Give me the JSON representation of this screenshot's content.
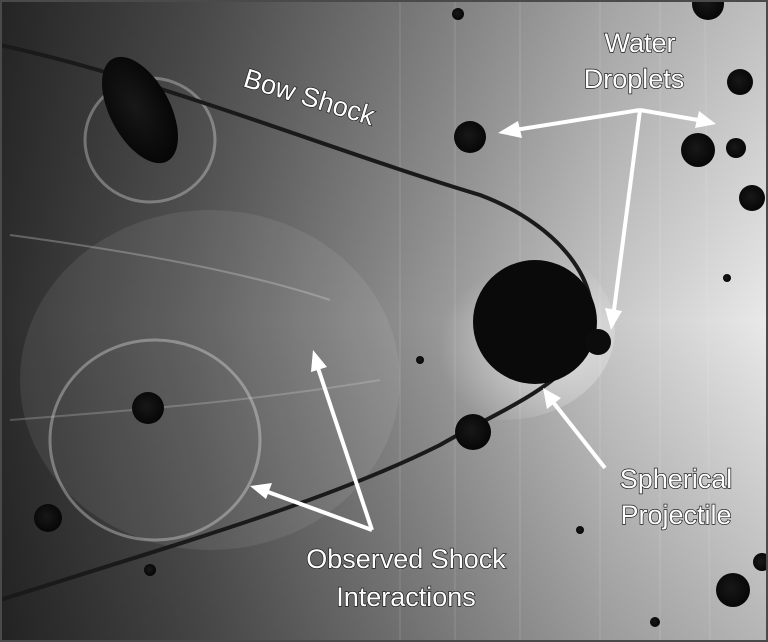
{
  "labels": {
    "bow_shock": "Bow Shock",
    "water_line1": "Water",
    "water_line2": "Droplets",
    "spherical_line1": "Spherical",
    "spherical_line2": "Projectile",
    "observed_line1": "Observed Shock",
    "observed_line2": "Interactions"
  }
}
